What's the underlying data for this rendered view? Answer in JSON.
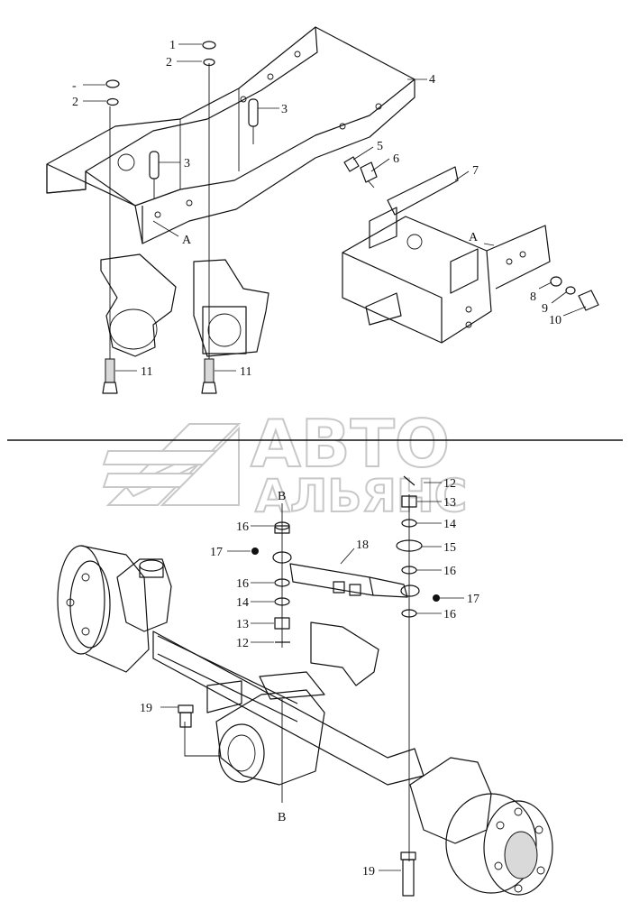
{
  "watermark": {
    "line1": "АВТО",
    "line2": "АЛЬЯНС",
    "color": "#c8c8c8"
  },
  "divider": {
    "color": "#111111"
  },
  "callouts": {
    "top": [
      {
        "id": "c1",
        "text": "1"
      },
      {
        "id": "c2a",
        "text": "2"
      },
      {
        "id": "cdash",
        "text": "-"
      },
      {
        "id": "c2b",
        "text": "2"
      },
      {
        "id": "c3a",
        "text": "3"
      },
      {
        "id": "c3b",
        "text": "3"
      },
      {
        "id": "c4",
        "text": "4"
      },
      {
        "id": "c5",
        "text": "5"
      },
      {
        "id": "c6",
        "text": "6"
      },
      {
        "id": "c7",
        "text": "7"
      },
      {
        "id": "cA1",
        "text": "A"
      },
      {
        "id": "cA2",
        "text": "A"
      },
      {
        "id": "c8",
        "text": "8"
      },
      {
        "id": "c9",
        "text": "9"
      },
      {
        "id": "c10",
        "text": "10"
      },
      {
        "id": "c11a",
        "text": "11"
      },
      {
        "id": "c11b",
        "text": "11"
      }
    ],
    "bottom": [
      {
        "id": "c12a",
        "text": "12"
      },
      {
        "id": "c13a",
        "text": "13"
      },
      {
        "id": "c14a",
        "text": "14"
      },
      {
        "id": "c15",
        "text": "15"
      },
      {
        "id": "c16a",
        "text": "16"
      },
      {
        "id": "c16b",
        "text": "16"
      },
      {
        "id": "c16c",
        "text": "16"
      },
      {
        "id": "c17a",
        "text": "17"
      },
      {
        "id": "c17b",
        "text": "17"
      },
      {
        "id": "c18",
        "text": "18"
      },
      {
        "id": "c16d",
        "text": "16"
      },
      {
        "id": "c14b",
        "text": "14"
      },
      {
        "id": "c13b",
        "text": "13"
      },
      {
        "id": "c12b",
        "text": "12"
      },
      {
        "id": "c19a",
        "text": "19"
      },
      {
        "id": "c19b",
        "text": "19"
      },
      {
        "id": "cB1",
        "text": "B"
      },
      {
        "id": "cB2",
        "text": "B"
      }
    ]
  }
}
